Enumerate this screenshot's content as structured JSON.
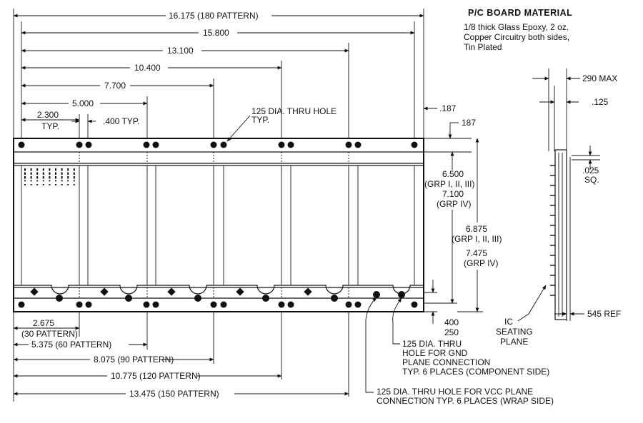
{
  "material": {
    "title": "P/C BOARD MATERIAL",
    "line1": "1/8 thick Glass Epoxy, 2 oz.",
    "line2": "Copper Circuitry both sides,",
    "line3": "Tin Plated"
  },
  "top_dims": {
    "d16175": "16.175  (180 PATTERN)",
    "d15800": "15.800",
    "d13100": "13.100",
    "d10400": "10.400",
    "d7700": "7.700",
    "d5000": "5.000",
    "d2300": "2.300",
    "typ": "TYP.",
    "d400typ": ".400 TYP.",
    "d187a": ".187",
    "d187b": "187"
  },
  "hole_note": {
    "line1": "125 DIA. THRU HOLE",
    "line2": "TYP."
  },
  "right_dims": {
    "d6500": "6.500",
    "grp_a": "(GRP I, II, III)",
    "d7100": "7.100",
    "grp_b": "(GRP IV)",
    "d6875": "6.875",
    "grp_c": "(GRP I, II, III)",
    "d7475": "7.475",
    "grp_d": "(GRP IV)",
    "d400": "400",
    "d250": "250"
  },
  "bottom_dims": {
    "d2675": "2.675",
    "p30": "(30 PATTERN)",
    "d5375": "5.375 (60 PATTERN)",
    "d8075": "8.075 (90 PATTERN)",
    "d10775": "10.775 (120 PATTERN)",
    "d13475": "13.475 (150 PATTERN)"
  },
  "gnd_note": {
    "line1": "125 DIA. THRU",
    "line2": "HOLE FOR GND",
    "line3": "PLANE CONNECTION",
    "line4": "TYP. 6 PLACES (COMPONENT SIDE)"
  },
  "vcc_note": {
    "line1": "125 DIA. THRU HOLE FOR VCC PLANE",
    "line2": "CONNECTION TYP. 6 PLACES (WRAP SIDE)"
  },
  "side_view": {
    "max": "290 MAX",
    "d125": ".125",
    "d025": ".025",
    "sq": "SQ.",
    "ref": "545 REF",
    "ic1": "IC",
    "ic2": "SEATING",
    "ic3": "PLANE"
  }
}
